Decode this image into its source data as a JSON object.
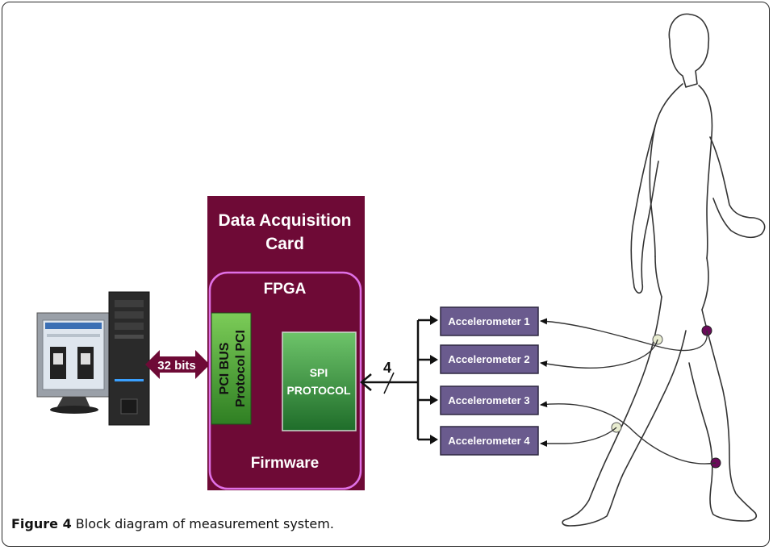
{
  "card": {
    "title_line1": "Data Acquisition",
    "title_line2": "Card",
    "fpga_label": "FPGA",
    "firmware_label": "Firmware",
    "pci_line1": "PCI BUS",
    "pci_line2": "Protocol PCI",
    "spi_line1": "SPI",
    "spi_line2": "PROTOCOL"
  },
  "links": {
    "pci_width_label": "32 bits",
    "spi_lines_label": "4"
  },
  "accelerometers": [
    "Accelerometer 1",
    "Accelerometer 2",
    "Accelerometer 3",
    "Accelerometer 4"
  ],
  "caption": {
    "figure_label": "Figure 4",
    "text": "Block diagram of measurement system."
  },
  "colors": {
    "card_fill": "#6e0a36",
    "fpga_border": "#e070e6",
    "pci_block": "#5aaa3a",
    "spi_block": "#2e8a38",
    "accel_fill": "#6a5b8e",
    "sensor_dark": "#6a0a5a",
    "sensor_light": "#e8ecd0"
  },
  "icons": {
    "computer": "desktop-computer-icon",
    "person": "walking-person-outline"
  }
}
